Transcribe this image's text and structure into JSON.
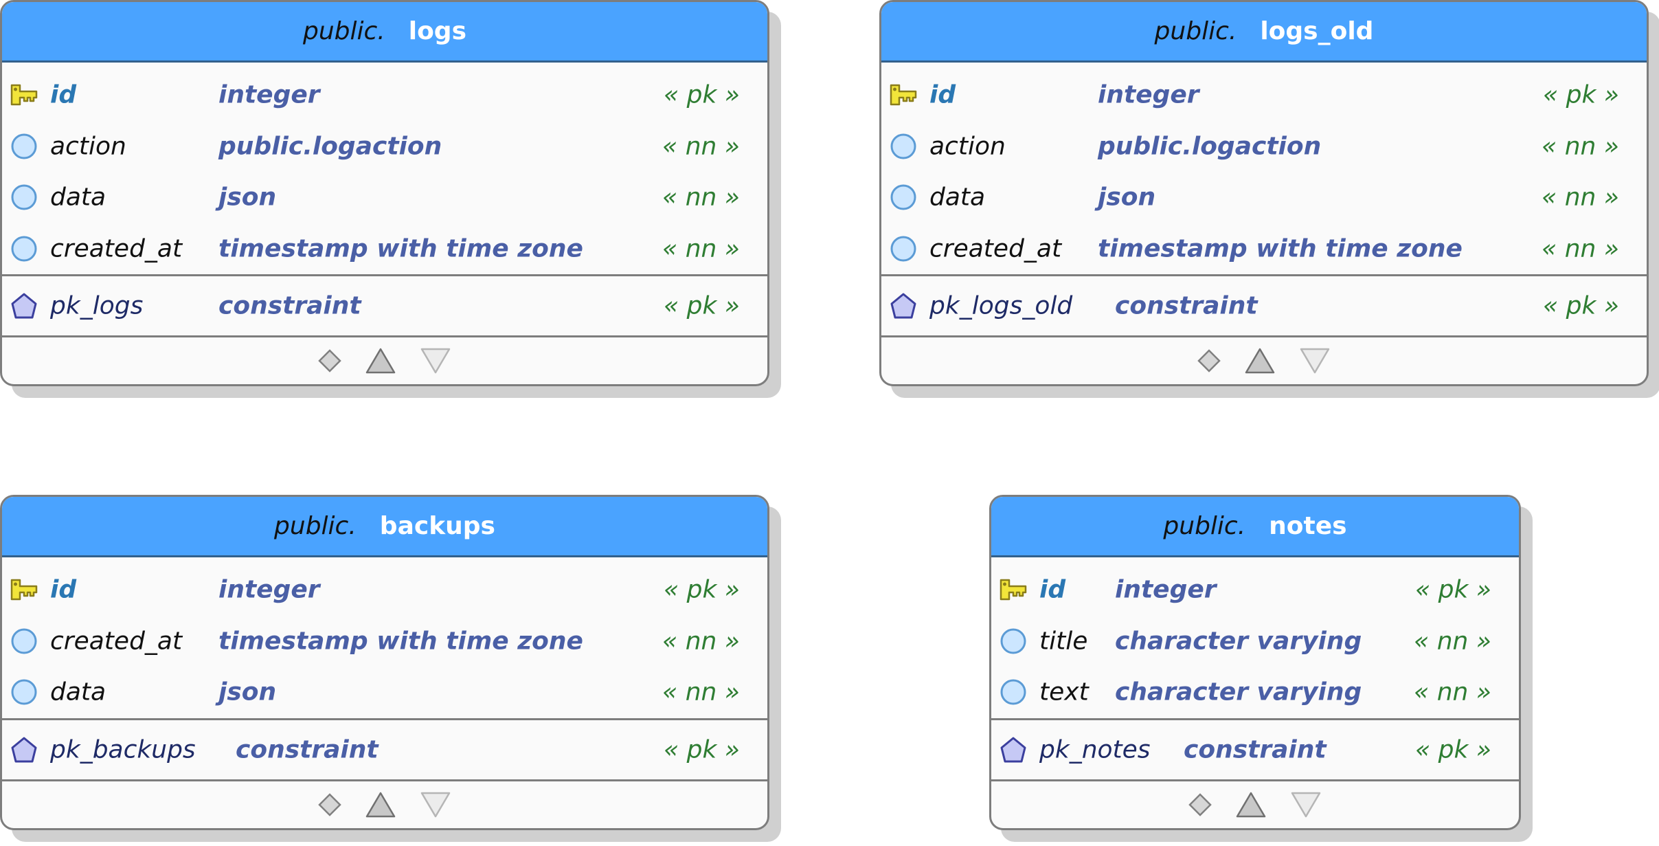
{
  "tables": [
    {
      "schema": "public.",
      "name": "logs",
      "columns": [
        {
          "name": "id",
          "type": "integer",
          "flag": "« pk »",
          "kind": "pk"
        },
        {
          "name": "action",
          "type": "public.logaction",
          "flag": "« nn »",
          "kind": "col"
        },
        {
          "name": "data",
          "type": "json",
          "flag": "« nn »",
          "kind": "col"
        },
        {
          "name": "created_at",
          "type": "timestamp with time zone",
          "flag": "« nn »",
          "kind": "col"
        }
      ],
      "constraint": {
        "name": "pk_logs",
        "type": "constraint",
        "flag": "« pk »"
      }
    },
    {
      "schema": "public.",
      "name": "logs_old",
      "columns": [
        {
          "name": "id",
          "type": "integer",
          "flag": "« pk »",
          "kind": "pk"
        },
        {
          "name": "action",
          "type": "public.logaction",
          "flag": "« nn »",
          "kind": "col"
        },
        {
          "name": "data",
          "type": "json",
          "flag": "« nn »",
          "kind": "col"
        },
        {
          "name": "created_at",
          "type": "timestamp with time zone",
          "flag": "« nn »",
          "kind": "col"
        }
      ],
      "constraint": {
        "name": "pk_logs_old",
        "type": "constraint",
        "flag": "« pk »"
      }
    },
    {
      "schema": "public.",
      "name": "backups",
      "columns": [
        {
          "name": "id",
          "type": "integer",
          "flag": "« pk »",
          "kind": "pk"
        },
        {
          "name": "created_at",
          "type": "timestamp with time zone",
          "flag": "« nn »",
          "kind": "col"
        },
        {
          "name": "data",
          "type": "json",
          "flag": "« nn »",
          "kind": "col"
        }
      ],
      "constraint": {
        "name": "pk_backups",
        "type": "constraint",
        "flag": "« pk »"
      }
    },
    {
      "schema": "public.",
      "name": "notes",
      "columns": [
        {
          "name": "id",
          "type": "integer",
          "flag": "« pk »",
          "kind": "pk"
        },
        {
          "name": "title",
          "type": "character varying",
          "flag": "« nn »",
          "kind": "col"
        },
        {
          "name": "text",
          "type": "character varying",
          "flag": "« nn »",
          "kind": "col"
        }
      ],
      "constraint": {
        "name": "pk_notes",
        "type": "constraint",
        "flag": "« pk »"
      }
    }
  ],
  "icons": {
    "primary_key": "key-icon",
    "column": "column-circle-icon",
    "constraint": "constraint-pentagon-icon",
    "footer": [
      "toggle-diamond-icon",
      "collapse-up-icon",
      "expand-down-icon"
    ]
  },
  "colors": {
    "header": "#4aa3ff",
    "pk_name": "#2a77b3",
    "type": "#4a5fa6",
    "flag": "#2e7d32",
    "constraint_name": "#1e2a66"
  }
}
